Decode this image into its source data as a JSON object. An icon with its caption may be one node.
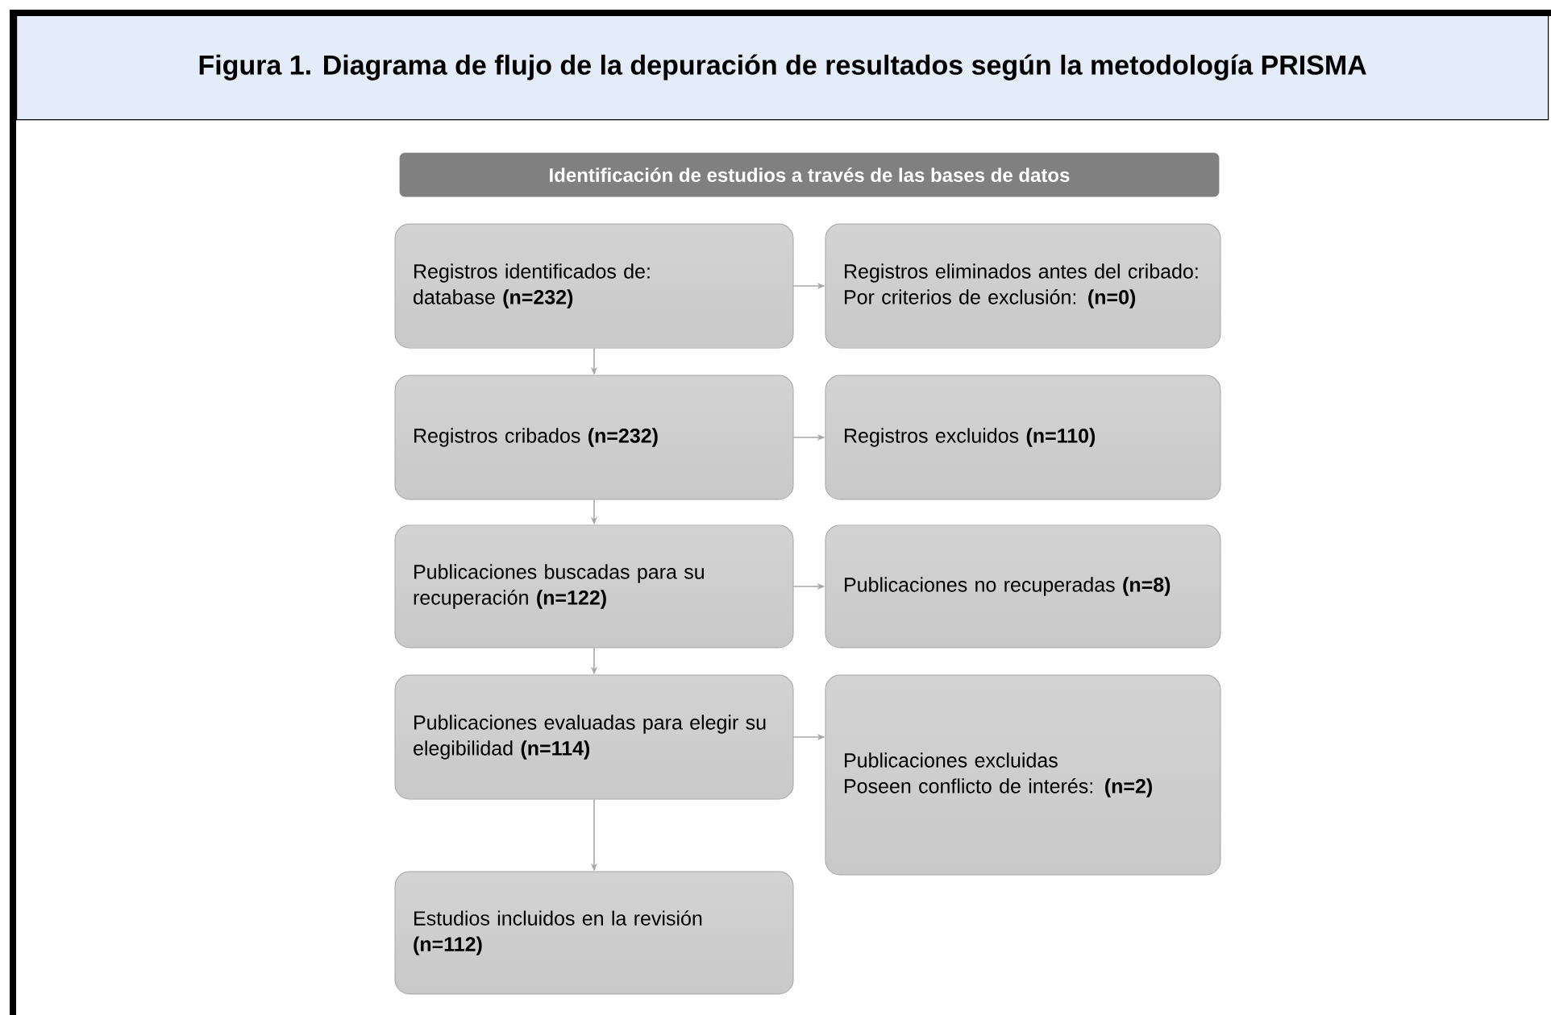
{
  "diagram": {
    "title": "Figura 1. Diagrama de flujo de la depuración de resultados según la metodología PRISMA",
    "nodes": [
      {
        "text": [
          "Identificación de estudios a través de las bases de datos"
        ]
      },
      {
        "text": [
          "Registros identificados de:",
          "database **(n=232)**"
        ]
      },
      {
        "text": [
          "Registros eliminados antes del cribado:",
          "Por criterios de exclusión: **(n=0)**"
        ]
      },
      {
        "text": [
          "Registros cribados **(n=232)**"
        ]
      },
      {
        "text": [
          "Registros excluidos **(n=110)**"
        ]
      },
      {
        "text": [
          "Publicaciones buscadas para su recuperación **(n=122)**"
        ]
      },
      {
        "text": [
          "Publicaciones no recuperadas **(n=8)**"
        ]
      },
      {
        "text": [
          "Publicaciones evaluadas para elegir su elegibilidad **(n=114)**"
        ]
      },
      {
        "text": [
          "Publicaciones excluidas",
          "Poseen conflicto de interés: **(n=2)**"
        ]
      },
      {
        "text": [
          "Estudios incluidos en la revisión **(n=112)**"
        ]
      }
    ],
    "edges": [
      {
        "from": 1,
        "to": 2,
        "arrow": "to"
      },
      {
        "from": 1,
        "to": 3,
        "arrow": "to"
      },
      {
        "from": 3,
        "to": 4,
        "arrow": "to"
      },
      {
        "from": 3,
        "to": 5,
        "arrow": "to"
      },
      {
        "from": 5,
        "to": 6,
        "arrow": "to"
      },
      {
        "from": 5,
        "to": 7,
        "arrow": "to"
      },
      {
        "from": 7,
        "to": 8,
        "arrow": "to"
      },
      {
        "from": 7,
        "to": 9,
        "arrow": "to"
      }
    ]
  }
}
